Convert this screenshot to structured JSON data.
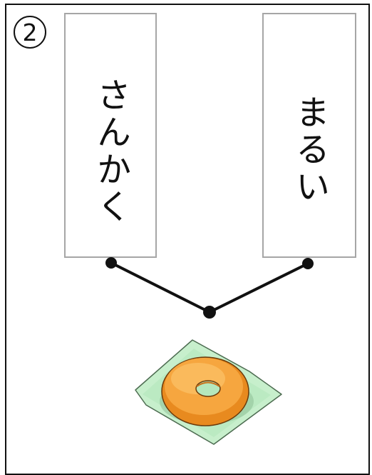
{
  "question": {
    "number": "2"
  },
  "choices": [
    {
      "label": "さんかく"
    },
    {
      "label": "まるい"
    }
  ],
  "illustration": {
    "icon": "donut-on-napkin-icon",
    "colors": {
      "donut": "#f39a2c",
      "napkin": "#bfeec6",
      "line": "#111111"
    }
  }
}
